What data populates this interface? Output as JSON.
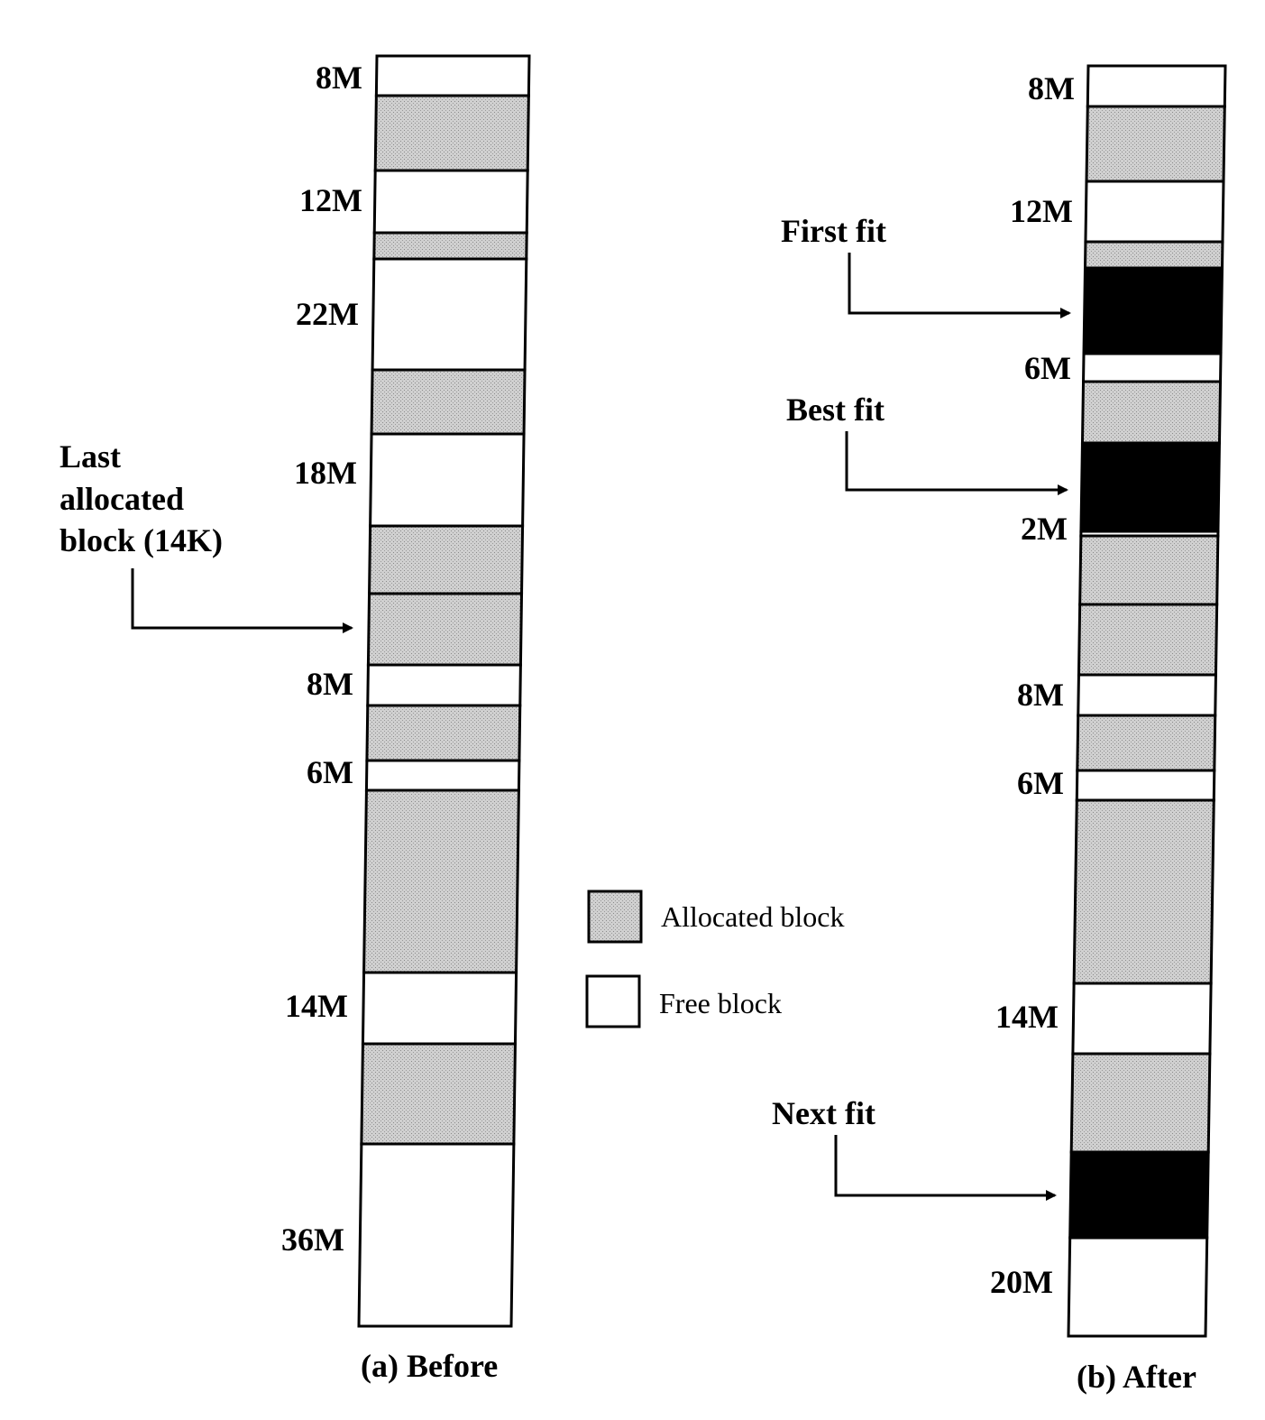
{
  "before": {
    "caption": "(a) Before",
    "size_labels": [
      "8M",
      "12M",
      "22M",
      "18M",
      "8M",
      "6M",
      "14M",
      "36M"
    ],
    "pointer": {
      "label_lines": [
        "Last",
        "allocated",
        "block (14K)"
      ]
    },
    "blocks": [
      "free",
      "alloc",
      "free",
      "alloc",
      "free",
      "alloc",
      "free",
      "alloc",
      "alloc",
      "free",
      "alloc",
      "free",
      "alloc",
      "free",
      "alloc",
      "free"
    ]
  },
  "after": {
    "caption": "(b) After",
    "size_labels": [
      "8M",
      "12M",
      "6M",
      "2M",
      "8M",
      "6M",
      "14M",
      "20M"
    ],
    "pointers": {
      "first_fit": "First fit",
      "best_fit": "Best fit",
      "next_fit": "Next fit"
    },
    "blocks": [
      "free",
      "alloc",
      "free",
      "alloc",
      "new",
      "free",
      "alloc",
      "new",
      "free",
      "alloc",
      "alloc",
      "free",
      "alloc",
      "free",
      "alloc",
      "free",
      "alloc",
      "new",
      "free"
    ]
  },
  "legend": {
    "allocated": "Allocated block",
    "free": "Free block"
  },
  "colors": {
    "allocated": "#c8c8c8",
    "free": "#ffffff",
    "newly_allocated": "#000000",
    "border": "#000000"
  }
}
